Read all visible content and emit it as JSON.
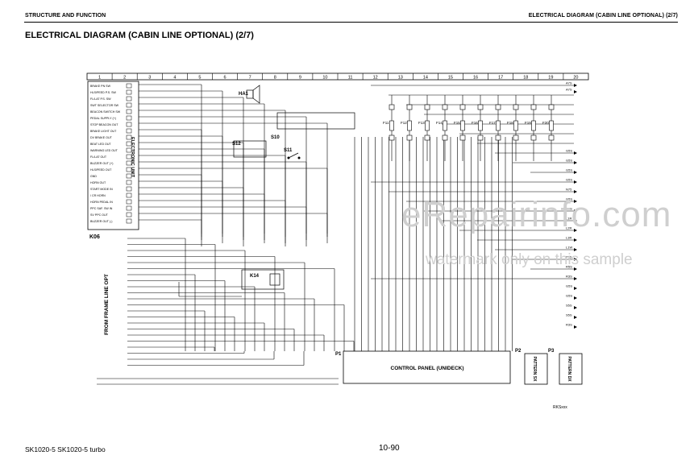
{
  "header": {
    "left": "STRUCTURE AND FUNCTION",
    "right": "ELECTRICAL DIAGRAM (CABIN LINE OPTIONAL) (2/7)"
  },
  "title": "ELECTRICAL DIAGRAM (CABIN LINE OPTIONAL) (2/7)",
  "grid_columns": [
    "1",
    "2",
    "3",
    "4",
    "5",
    "6",
    "7",
    "8",
    "9",
    "10",
    "11",
    "12",
    "13",
    "14",
    "15",
    "16",
    "17",
    "18",
    "19",
    "20"
  ],
  "components": {
    "unit_label": "ELECTRONIC UNIT",
    "connector_k": "K06",
    "from_frame": "FROM FRAME LINE OPT",
    "control_panel": "CONTROL PANEL (UNIDECK)",
    "p1": "P1",
    "p2": "P2",
    "p3": "P3",
    "pattern_sx": "PATTERN SX",
    "pattern_dx": "PATTERN DX",
    "ha1": "HA1",
    "s10": "S10",
    "s11": "S11",
    "s12": "S12",
    "k14": "K14"
  },
  "unit_pins": [
    "BRAKE PN SW",
    "HLS/PEED P.S. SW",
    "FL/LAT P.S. SW",
    "SWT SELECTOR SW",
    "BEACON SWITCH SW",
    "PEDAL SUPPLY (+)",
    "STOP BEACON OUT",
    "BRAKE LIGHT OUT",
    "DV BRAKE OUT",
    "BEAT LED OUT",
    "WARNING LED OUT",
    "FL/LAT OUT",
    "BUZZER OUT (+)",
    "HLS/PEED OUT",
    "GND",
    "HORN OUT",
    "START MODE IN",
    "/ CR HORN",
    "HORN PEDAL IN",
    "PPC SAF. SW IN",
    "SV PPC OUT",
    "BUZZER OUT (-)"
  ],
  "fuses": [
    "F11",
    "F12",
    "F13",
    "F14",
    "F15",
    "F16",
    "F17",
    "F18",
    "F19",
    "F20"
  ],
  "output_labels": [
    "A7S",
    "A7S",
    "G5S",
    "G5S",
    "G5S",
    "G5S",
    "N75",
    "G5S",
    "H7S",
    "L1R",
    "L2R",
    "L3R",
    "L1W",
    "P75",
    "R5S",
    "R3S",
    "G5S",
    "G5S",
    "S5S",
    "S5S",
    "R3S"
  ],
  "footer": {
    "models": "SK1020-5  SK1020-5 turbo",
    "page": "10-90",
    "drawing_code": "RKSxxx"
  },
  "watermark": {
    "main": "eRepairinfo.com",
    "sub": "watermark only on this sample"
  }
}
